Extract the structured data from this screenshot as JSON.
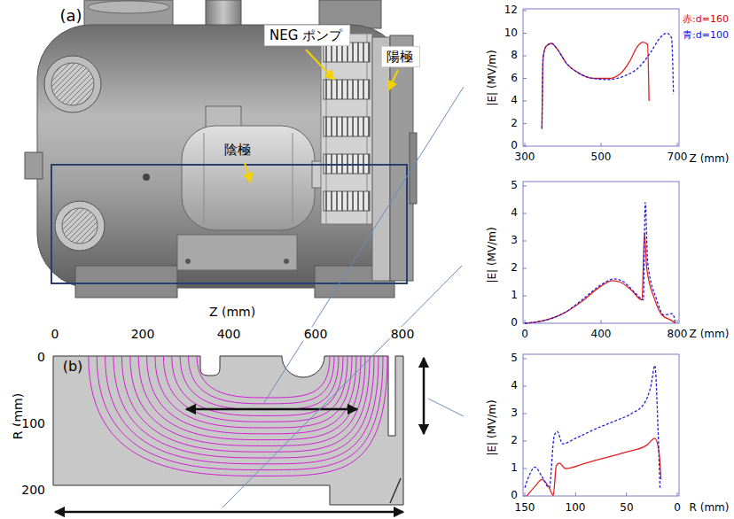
{
  "diagram": {
    "nodes": [
      {
        "text": [
          "NEG ポンプ"
        ]
      },
      {
        "text": [
          "陽極"
        ]
      }
    ],
    "labels": [
      "(a)",
      "陰極",
      "Z (mm)",
      "0",
      "200",
      "400",
      "600",
      "800",
      "(b)",
      "R (mm)",
      "0",
      "100",
      "200",
      "0",
      "2",
      "4",
      "6",
      "8",
      "10",
      "12",
      "|E| (MV/m)",
      "300",
      "500",
      "700",
      "Z (mm)",
      "赤:d=160",
      "青:d=100",
      "0",
      "1",
      "2",
      "3",
      "4",
      "5",
      "|E| (MV/m)",
      "0",
      "400",
      "800",
      "Z (mm)",
      "0",
      "1",
      "2",
      "3",
      "4",
      "5",
      "|E| (MV/m)",
      "150",
      "100",
      "50",
      "0",
      "R (mm)"
    ]
  }
}
